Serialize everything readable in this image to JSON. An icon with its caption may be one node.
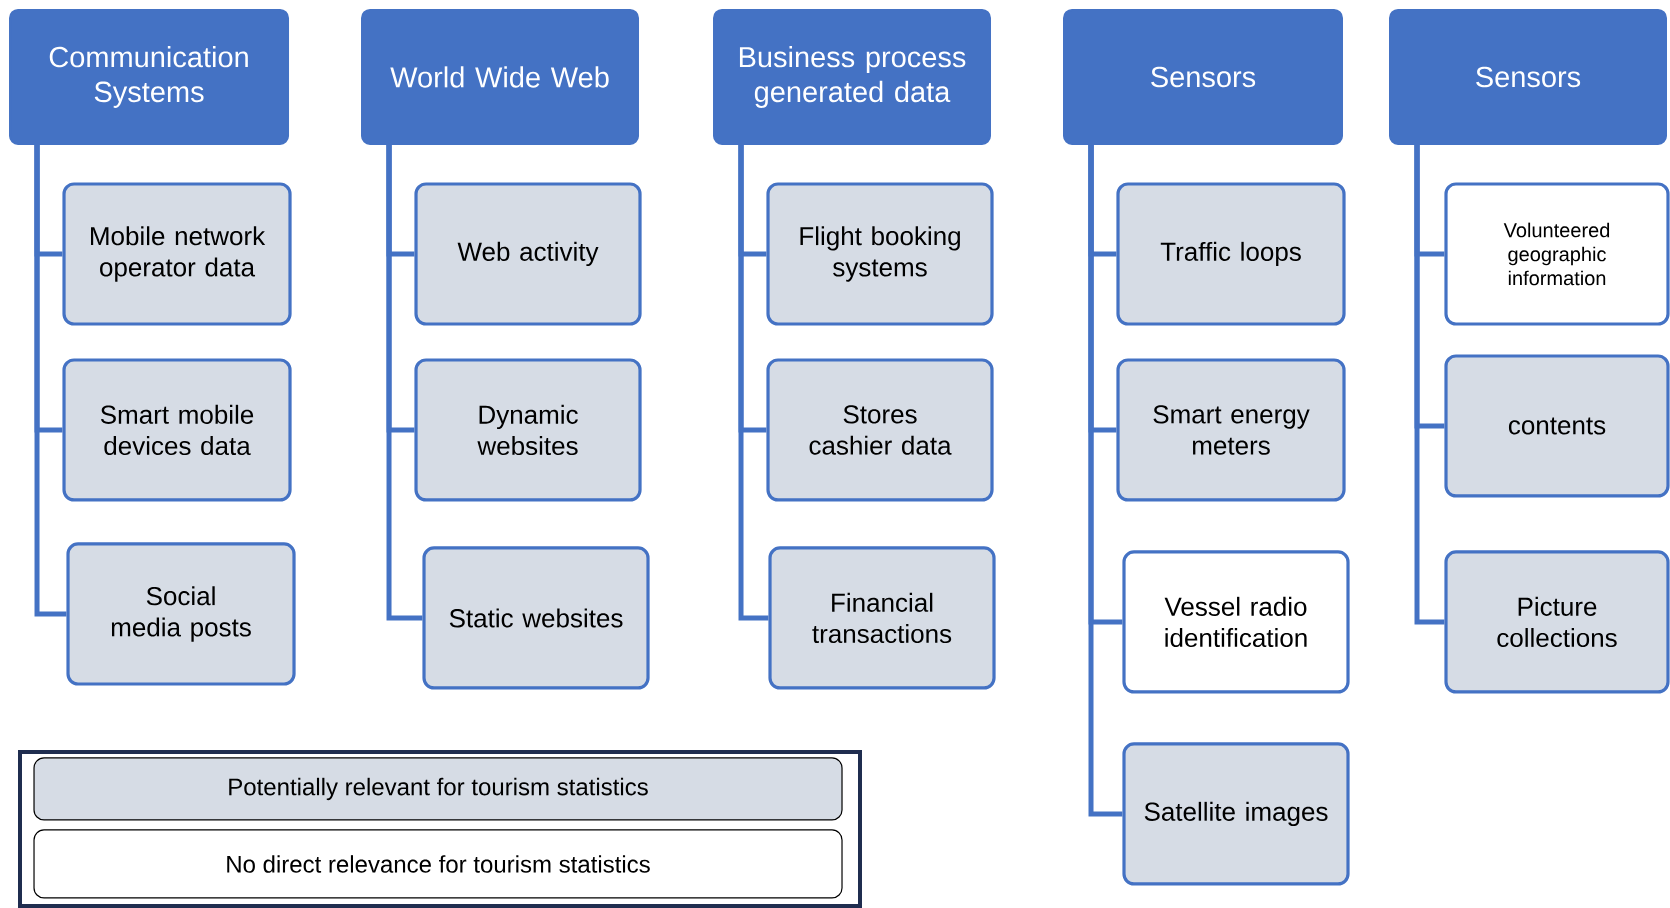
{
  "diagram": {
    "nodes": [
      {
        "text": [
          "Communication Systems"
        ]
      },
      {
        "text": [
          "Mobile network operator data"
        ]
      },
      {
        "text": [
          "Smart mobile devices data"
        ]
      },
      {
        "text": [
          "Social media posts"
        ]
      },
      {
        "text": [
          "World Wide Web"
        ]
      },
      {
        "text": [
          "Web activity"
        ]
      },
      {
        "text": [
          "Dynamic websites"
        ]
      },
      {
        "text": [
          "Static websites"
        ]
      },
      {
        "text": [
          "Business process generated data"
        ]
      },
      {
        "text": [
          "Flight booking systems"
        ]
      },
      {
        "text": [
          "Stores cashier data"
        ]
      },
      {
        "text": [
          "Financial transactions"
        ]
      },
      {
        "text": [
          "Sensors"
        ]
      },
      {
        "text": [
          "Traffic loops"
        ]
      },
      {
        "text": [
          "Smart energy meters"
        ]
      },
      {
        "text": [
          "Vessel radio identification"
        ]
      },
      {
        "text": [
          "Satellite images"
        ]
      },
      {
        "text": [
          "Sensors"
        ]
      },
      {
        "text": [
          "Volunteered geographic information"
        ]
      },
      {
        "text": [
          "contents"
        ]
      },
      {
        "text": [
          "Picture collections"
        ]
      }
    ],
    "edges": [
      {
        "from": 0,
        "to": 1,
        "arrow": "none"
      },
      {
        "from": 0,
        "to": 2,
        "arrow": "none"
      },
      {
        "from": 0,
        "to": 3,
        "arrow": "none"
      },
      {
        "from": 4,
        "to": 5,
        "arrow": "none"
      },
      {
        "from": 4,
        "to": 6,
        "arrow": "none"
      },
      {
        "from": 4,
        "to": 7,
        "arrow": "none"
      },
      {
        "from": 8,
        "to": 9,
        "arrow": "none"
      },
      {
        "from": 8,
        "to": 10,
        "arrow": "none"
      },
      {
        "from": 8,
        "to": 11,
        "arrow": "none"
      },
      {
        "from": 12,
        "to": 13,
        "arrow": "none"
      },
      {
        "from": 12,
        "to": 14,
        "arrow": "none"
      },
      {
        "from": 12,
        "to": 15,
        "arrow": "none"
      },
      {
        "from": 12,
        "to": 16,
        "arrow": "none"
      },
      {
        "from": 17,
        "to": 18,
        "arrow": "none"
      },
      {
        "from": 17,
        "to": 19,
        "arrow": "none"
      },
      {
        "from": 17,
        "to": 20,
        "arrow": "none"
      }
    ],
    "legend": [
      {
        "text": "Potentially relevant for tourism statistics",
        "color": "#d6dce5"
      },
      {
        "text": "No direct relevance for tourism statistics"
      }
    ]
  }
}
